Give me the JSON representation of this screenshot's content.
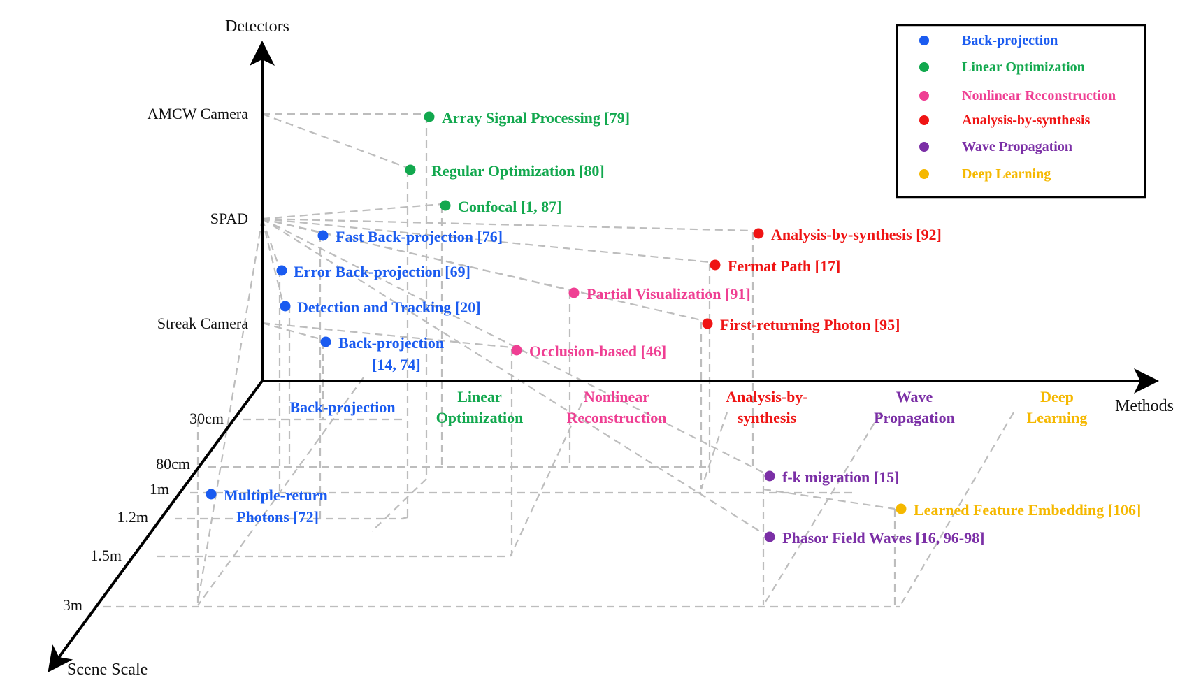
{
  "axes": {
    "y_title": "Detectors",
    "x_title": "Methods",
    "z_title": "Scene Scale"
  },
  "detector_ticks": [
    "AMCW Camera",
    "SPAD",
    "Streak Camera"
  ],
  "scale_ticks": [
    "30cm",
    "80cm",
    "1m",
    "1.2m",
    "1.5m",
    "3m"
  ],
  "categories": [
    {
      "lines": [
        "Back-projection"
      ],
      "color": "#1a5bf0"
    },
    {
      "lines": [
        "Linear",
        "Optimization"
      ],
      "color": "#12a84e"
    },
    {
      "lines": [
        "Nonlinear",
        "Reconstruction"
      ],
      "color": "#ef3f93"
    },
    {
      "lines": [
        "Analysis-by-",
        "synthesis"
      ],
      "color": "#ef1414"
    },
    {
      "lines": [
        "Wave",
        "Propagation"
      ],
      "color": "#7b2fa6"
    },
    {
      "lines": [
        "Deep",
        "Learning"
      ],
      "color": "#f5b800"
    }
  ],
  "legend": [
    {
      "label": "Back-projection",
      "color": "#1a5bf0"
    },
    {
      "label": "Linear Optimization",
      "color": "#12a84e"
    },
    {
      "label": "Nonlinear Reconstruction",
      "color": "#ef3f93"
    },
    {
      "label": "Analysis-by-synthesis",
      "color": "#ef1414"
    },
    {
      "label": "Wave Propagation",
      "color": "#7b2fa6"
    },
    {
      "label": "Deep Learning",
      "color": "#f5b800"
    }
  ],
  "methods": [
    {
      "lines": [
        "Array Signal Processing [79]"
      ],
      "color": "#12a84e"
    },
    {
      "lines": [
        "Regular Optimization [80]"
      ],
      "color": "#12a84e"
    },
    {
      "lines": [
        "Confocal [1, 87]"
      ],
      "color": "#12a84e"
    },
    {
      "lines": [
        "Fast Back-projection [76]"
      ],
      "color": "#1a5bf0"
    },
    {
      "lines": [
        "Error Back-projection [69]"
      ],
      "color": "#1a5bf0"
    },
    {
      "lines": [
        "Detection and Tracking [20]"
      ],
      "color": "#1a5bf0"
    },
    {
      "lines": [
        "Back-projection",
        "[14, 74]"
      ],
      "color": "#1a5bf0"
    },
    {
      "lines": [
        "Multiple-return",
        "Photons [72]"
      ],
      "color": "#1a5bf0"
    },
    {
      "lines": [
        "Analysis-by-synthesis [92]"
      ],
      "color": "#ef1414"
    },
    {
      "lines": [
        "Fermat Path [17]"
      ],
      "color": "#ef1414"
    },
    {
      "lines": [
        "First-returning Photon [95]"
      ],
      "color": "#ef1414"
    },
    {
      "lines": [
        "Partial Visualization [91]"
      ],
      "color": "#ef3f93"
    },
    {
      "lines": [
        "Occlusion-based [46]"
      ],
      "color": "#ef3f93"
    },
    {
      "lines": [
        "f-k migration [15]"
      ],
      "color": "#7b2fa6"
    },
    {
      "lines": [
        "Phasor Field Waves [16, 96-98]"
      ],
      "color": "#7b2fa6"
    },
    {
      "lines": [
        "Learned Feature Embedding [106]"
      ],
      "color": "#f5b800"
    }
  ]
}
